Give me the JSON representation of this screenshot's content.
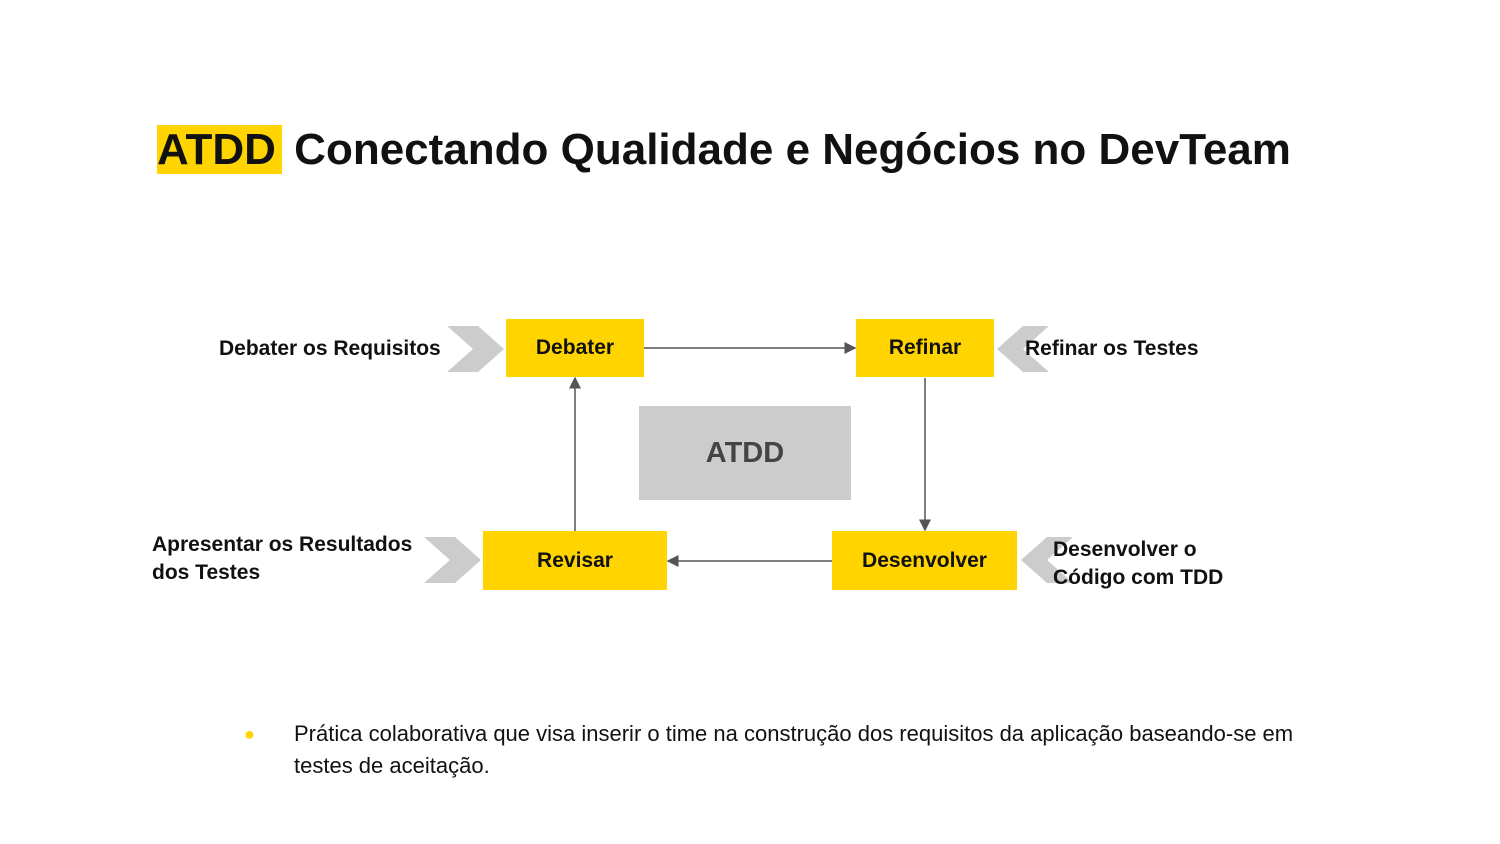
{
  "title": {
    "highlight": "ATDD",
    "rest": "Conectando Qualidade e Negócios no DevTeam"
  },
  "colors": {
    "accent": "#FFD400",
    "center_box": "#CCCCCC",
    "chevron": "#CCCCCC",
    "arrow": "#555555"
  },
  "diagram": {
    "center": "ATDD",
    "steps": {
      "debater": "Debater",
      "refinar": "Refinar",
      "desenvolver": "Desenvolver",
      "revisar": "Revisar"
    },
    "labels": {
      "debater": "Debater os Requisitos",
      "refinar": "Refinar os Testes",
      "desenvolver_line1": "Desenvolver o",
      "desenvolver_line2": "Código com TDD",
      "revisar_line1": "Apresentar os Resultados",
      "revisar_line2": "dos Testes"
    }
  },
  "bullets": [
    {
      "marker": "●",
      "text": "Prática colaborativa que visa inserir o time na construção dos requisitos da aplicação baseando-se em testes de aceitação."
    }
  ]
}
